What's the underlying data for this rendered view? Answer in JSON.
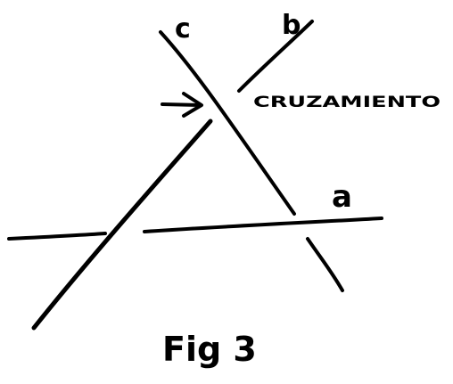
{
  "labels": {
    "line_c": "c",
    "line_b": "b",
    "line_a": "a",
    "crossing": "CRUZAMIENTO",
    "caption": "Fig 3"
  },
  "colors": {
    "ink": "#000000",
    "paper": "#ffffff"
  }
}
